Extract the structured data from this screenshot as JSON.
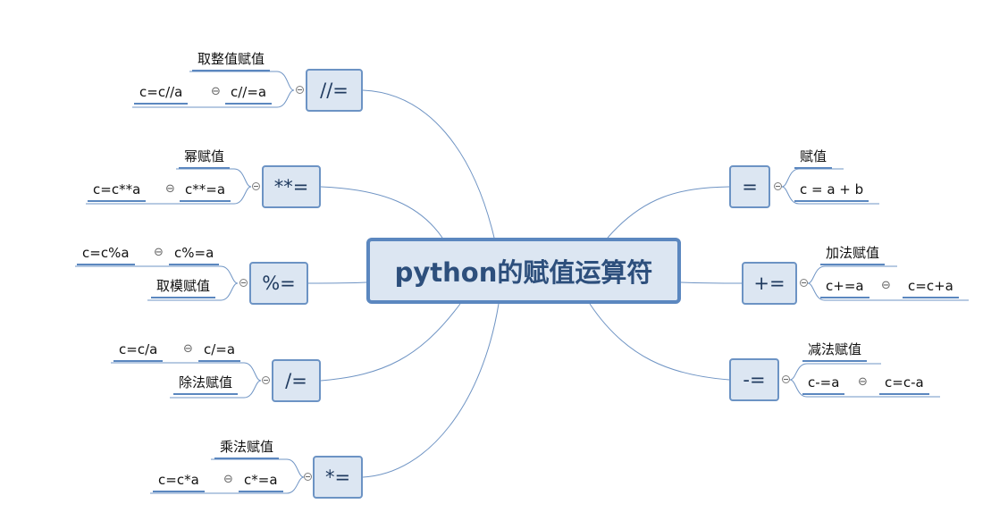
{
  "central": "python的赋值运算符",
  "left": [
    {
      "op": "//=",
      "label": "取整值赋值",
      "a": "c=c//a",
      "b": "c//=a",
      "sep": "⊖"
    },
    {
      "op": "**=",
      "label": "幂赋值",
      "a": "c=c**a",
      "b": "c**=a",
      "sep": "⊖"
    },
    {
      "op": "%=",
      "label": "取模赋值",
      "a": "c=c%a",
      "b": "c%=a",
      "sep": "⊖"
    },
    {
      "op": "/=",
      "label": "除法赋值",
      "a": "c=c/a",
      "b": "c/=a",
      "sep": "⊖"
    },
    {
      "op": "*=",
      "label": "乘法赋值",
      "a": "c=c*a",
      "b": "c*=a",
      "sep": "⊖"
    }
  ],
  "right": [
    {
      "op": "=",
      "label": "赋值",
      "a": "c = a + b"
    },
    {
      "op": "+=",
      "label": "加法赋值",
      "a": "c+=a",
      "b": "c=c+a",
      "sep": "⊖"
    },
    {
      "op": "-=",
      "label": "减法赋值",
      "a": "c-=a",
      "b": "c=c-a",
      "sep": "⊖"
    }
  ]
}
